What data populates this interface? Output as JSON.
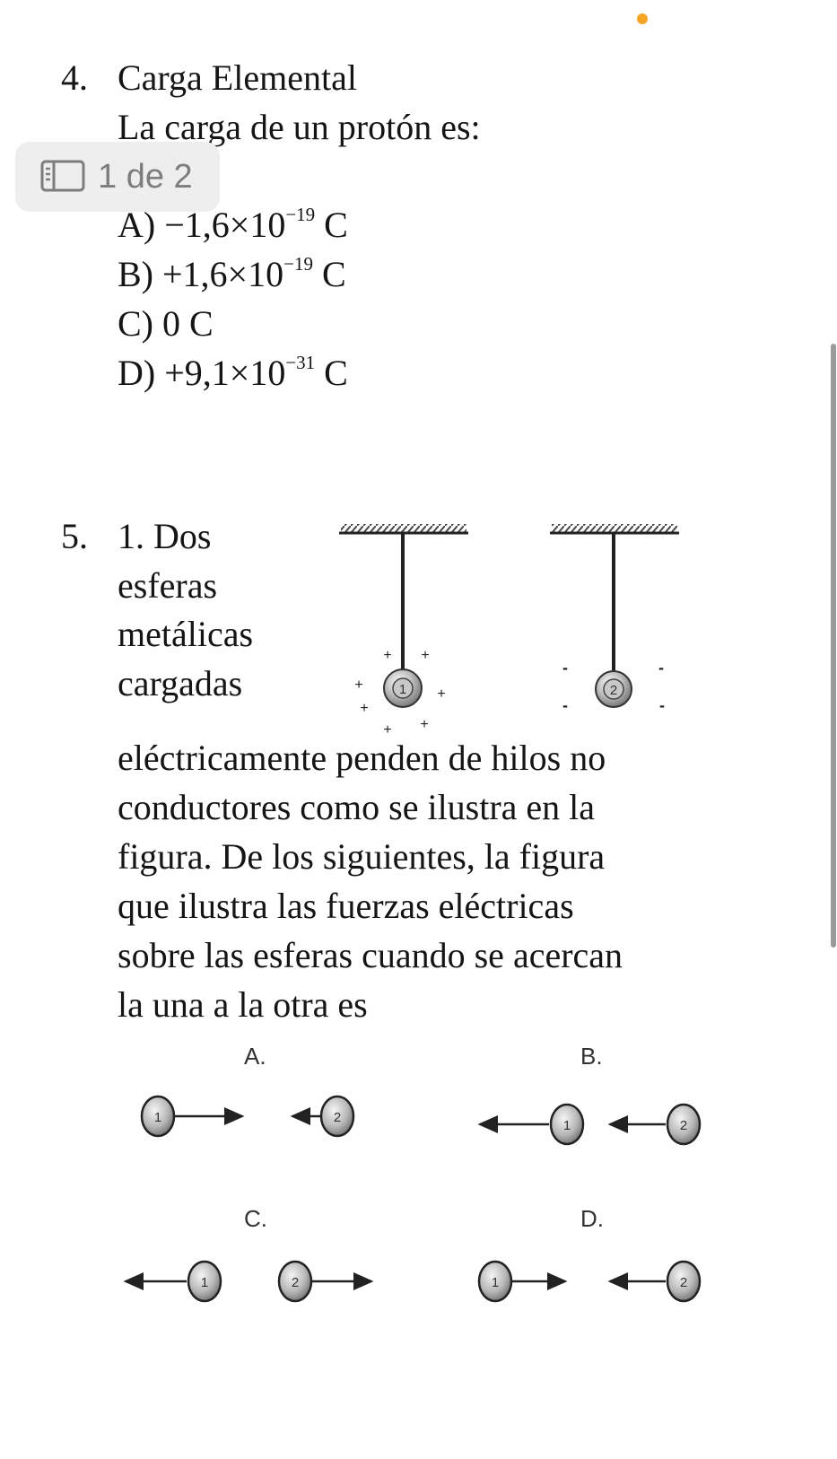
{
  "status": {
    "dot_color": "#f5a524"
  },
  "page_badge": {
    "label": "1 de 2",
    "icon": "sidebar-icon"
  },
  "question4": {
    "number": "4.",
    "title": "Carga Elemental",
    "prompt": "La carga de un protón es:",
    "options": [
      {
        "label": "A) −1,6×10",
        "exp": "−19",
        "unit": " C"
      },
      {
        "label": "B) +1,6×10",
        "exp": "−19",
        "unit": " C"
      },
      {
        "label": "C) 0 C",
        "exp": "",
        "unit": ""
      },
      {
        "label": "D) +9,1×10",
        "exp": "−31",
        "unit": " C"
      }
    ]
  },
  "question5": {
    "number": "5.",
    "lines_beside_figure": [
      "1. Dos",
      "esferas",
      "metálicas",
      "cargadas"
    ],
    "lines": [
      "eléctricamente penden de hilos no",
      "conductores como se ilustra en la",
      "figura. De los siguientes, la figura",
      "que ilustra las fuerzas eléctricas",
      "sobre las esferas cuando se acercan",
      "la una a la otra es"
    ],
    "figure": {
      "sphere1_label": "1",
      "sphere2_label": "2",
      "sphere1_charge": "+",
      "sphere2_charge": "-"
    },
    "answer_options": [
      {
        "letter": "A.",
        "sphere1": "1",
        "sphere2": "2"
      },
      {
        "letter": "B.",
        "sphere1": "1",
        "sphere2": "2"
      },
      {
        "letter": "C.",
        "sphere1": "1",
        "sphere2": "2"
      },
      {
        "letter": "D.",
        "sphere1": "1",
        "sphere2": "2"
      }
    ]
  }
}
